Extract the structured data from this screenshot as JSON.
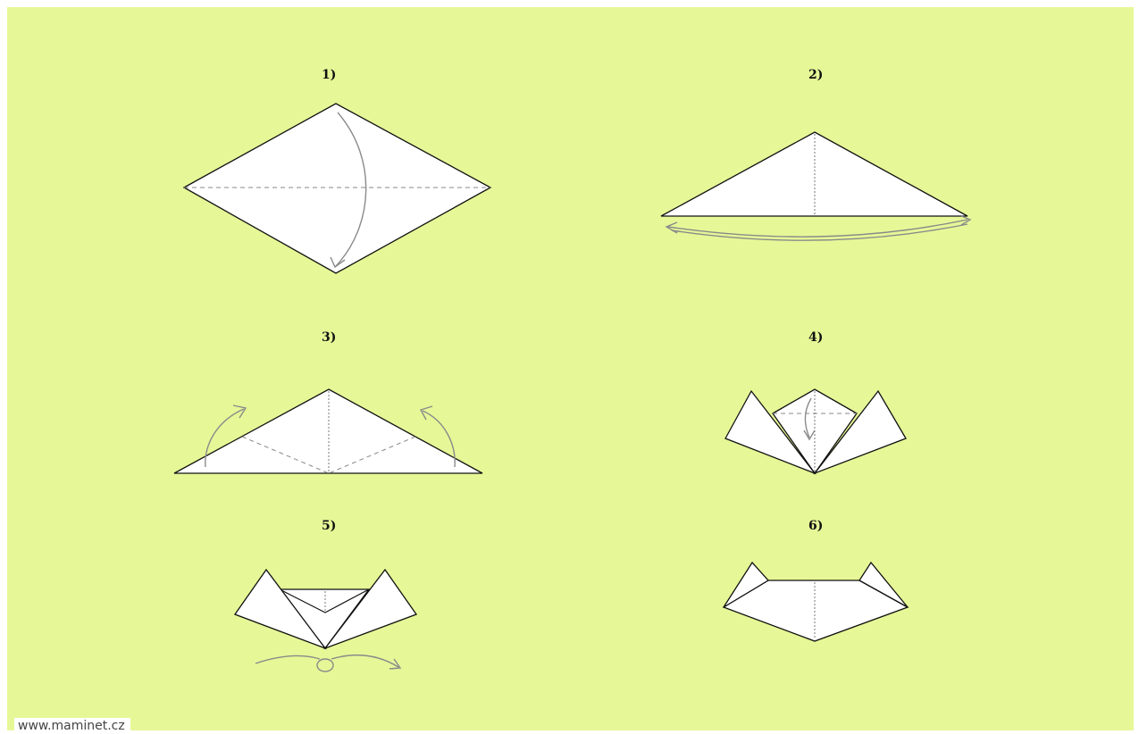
{
  "steps": [
    {
      "label": "1)"
    },
    {
      "label": "2)"
    },
    {
      "label": "3)"
    },
    {
      "label": "4)"
    },
    {
      "label": "5)"
    },
    {
      "label": "6)"
    }
  ],
  "watermark": "www.maminet.cz",
  "colors": {
    "background": "#e6f797",
    "paper": "#ffffff",
    "outline": "#111111",
    "fold_line": "#888888",
    "arrow": "#8a8a8a"
  }
}
